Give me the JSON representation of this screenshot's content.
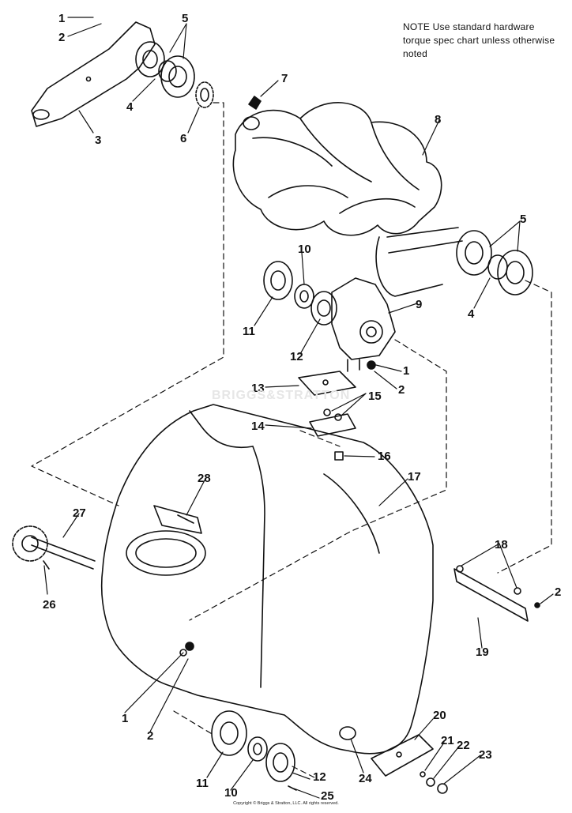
{
  "note": "NOTE Use standard hardware torque spec chart unless otherwise noted",
  "watermark": "BRIGGS&STRATTON",
  "copyright": "Copyright © Briggs & Stratton, LLC. All rights reserved.",
  "callouts": [
    "1",
    "2",
    "5",
    "3",
    "4",
    "6",
    "7",
    "8",
    "5",
    "4",
    "10",
    "11",
    "12",
    "9",
    "1",
    "2",
    "13",
    "15",
    "14",
    "16",
    "17",
    "28",
    "27",
    "26",
    "18",
    "2",
    "19",
    "1",
    "2",
    "20",
    "21",
    "22",
    "23",
    "24",
    "11",
    "10",
    "12",
    "25"
  ]
}
